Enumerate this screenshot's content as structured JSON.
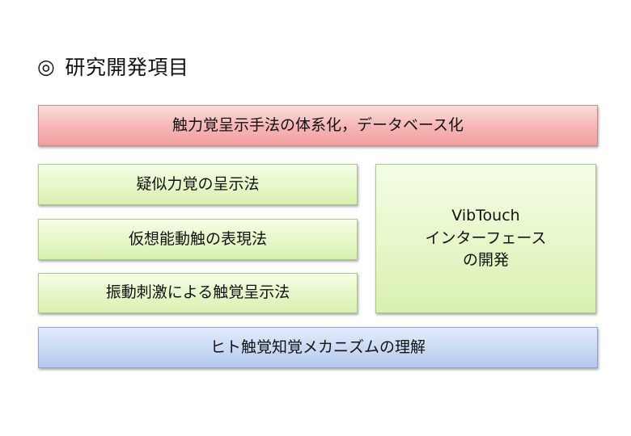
{
  "title": {
    "mark": "◎",
    "text": "研究開発項目"
  },
  "boxes": {
    "top": "触力覚呈示手法の体系化，データベース化",
    "left1": "疑似力覚の呈示法",
    "left2": "仮想能動触の表現法",
    "left3": "振動刺激による触覚呈示法",
    "right": {
      "line1": "VibTouch",
      "line2": "インターフェース",
      "line3": "の開発"
    },
    "bottom": "ヒト触覚知覚メカニズムの理解"
  },
  "colors": {
    "red_box": "#f7b4b4",
    "green_box": "#e6f7c8",
    "blue_box": "#c9d9f4"
  }
}
